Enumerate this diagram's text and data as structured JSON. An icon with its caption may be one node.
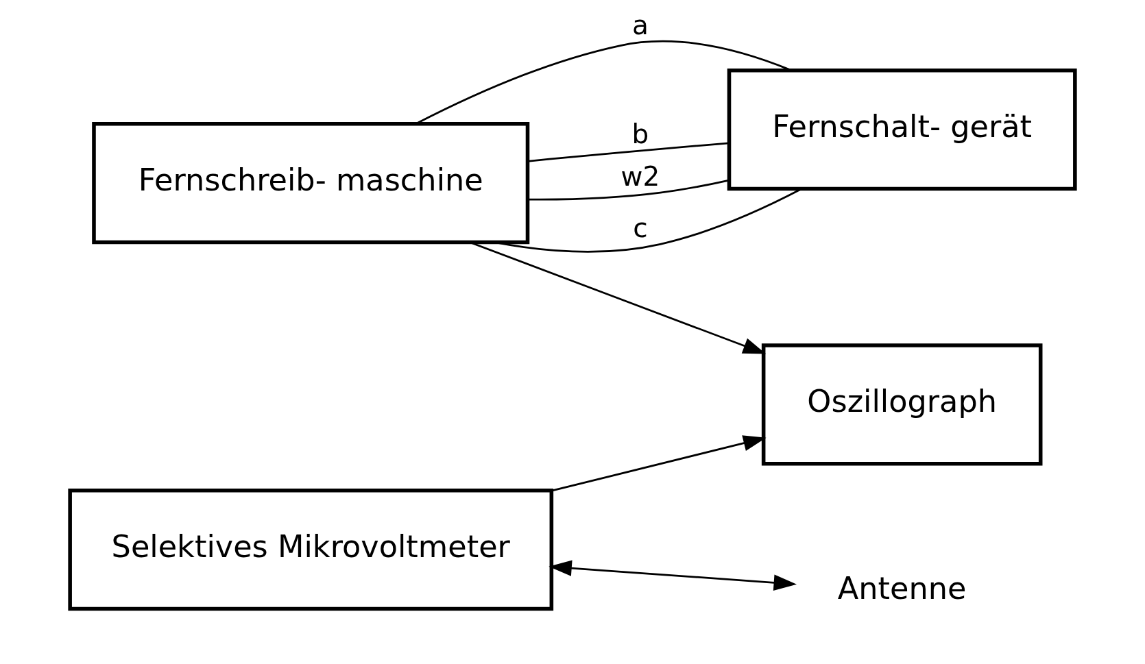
{
  "diagram": {
    "nodes": [
      {
        "text": [
          "Fernschreib- maschine"
        ]
      },
      {
        "text": [
          "Fernschalt- gerät"
        ]
      },
      {
        "text": [
          "Antenne"
        ]
      },
      {
        "text": [
          "Selektives Mikrovoltmeter"
        ]
      },
      {
        "text": [
          "Oszillograph"
        ]
      }
    ],
    "edges": [
      {
        "from": 0,
        "to": 1,
        "arrow": "none",
        "label": "a"
      },
      {
        "from": 0,
        "to": 1,
        "arrow": "none",
        "label": "b"
      },
      {
        "from": 0,
        "to": 1,
        "arrow": "none",
        "label": "w2"
      },
      {
        "from": 0,
        "to": 1,
        "arrow": "none",
        "label": "c"
      },
      {
        "from": 0,
        "to": 4,
        "arrow": "to"
      },
      {
        "from": 3,
        "to": 2,
        "arrow": "both"
      },
      {
        "from": 3,
        "to": 4,
        "arrow": "to"
      }
    ]
  }
}
